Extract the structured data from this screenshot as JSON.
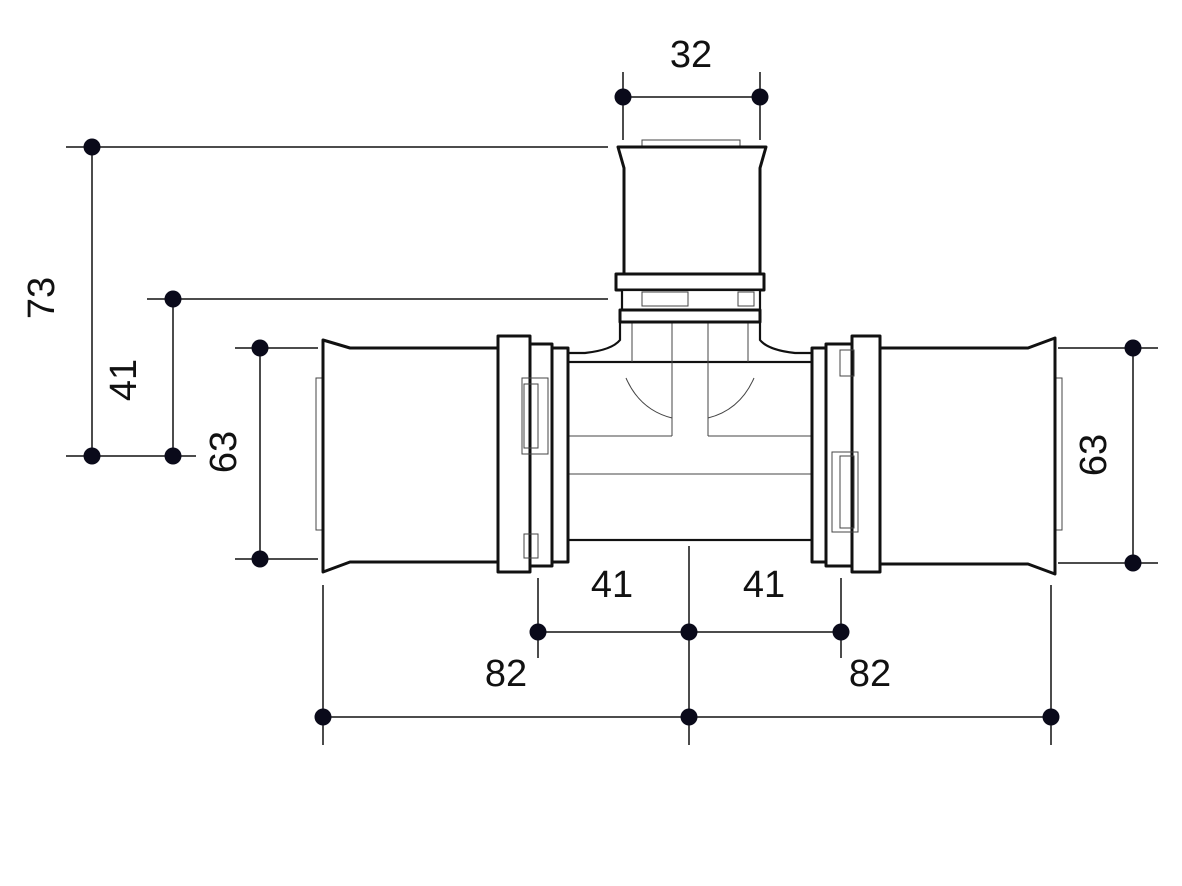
{
  "dimensions": {
    "top_width": "32",
    "overall_height": "73",
    "branch_height": "41",
    "left_diameter": "63",
    "right_diameter": "63",
    "left_half": "41",
    "right_half": "41",
    "left_total": "82",
    "right_total": "82"
  },
  "colors": {
    "line": "#111111",
    "dot": "#0a0a1a",
    "background": "#ffffff"
  }
}
